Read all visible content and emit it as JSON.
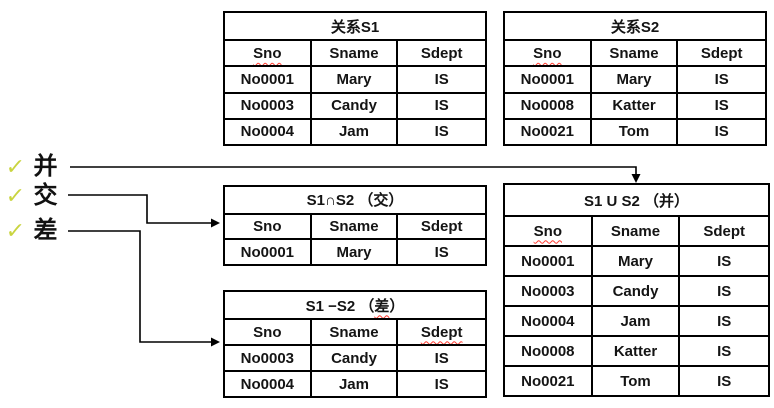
{
  "left_menu": {
    "items": [
      {
        "check": "✓",
        "label": "并"
      },
      {
        "check": "✓",
        "label": "交"
      },
      {
        "check": "✓",
        "label": "差"
      }
    ]
  },
  "colors": {
    "checkmark": "#c9d43f",
    "table_border": "#000000",
    "squiggle": "#ff3b30",
    "arrow": "#000000"
  },
  "tables": [
    {
      "id": "s1",
      "title": [
        {
          "text": "关系S1"
        }
      ],
      "headers": [
        {
          "text": "Sno",
          "squiggle": true
        },
        {
          "text": "Sname"
        },
        {
          "text": "Sdept"
        }
      ],
      "rows": [
        [
          "No0001",
          "Mary",
          "IS"
        ],
        [
          "No0003",
          "Candy",
          "IS"
        ],
        [
          "No0004",
          "Jam",
          "IS"
        ]
      ]
    },
    {
      "id": "s2",
      "title": [
        {
          "text": "关系S2"
        }
      ],
      "headers": [
        {
          "text": "Sno",
          "squiggle": true
        },
        {
          "text": "Sname"
        },
        {
          "text": "Sdept"
        }
      ],
      "rows": [
        [
          "No0001",
          "Mary",
          "IS"
        ],
        [
          "No0008",
          "Katter",
          "IS"
        ],
        [
          "No0021",
          "Tom",
          "IS"
        ]
      ]
    },
    {
      "id": "intersect",
      "title": [
        {
          "text": "S1∩S2 （交）"
        }
      ],
      "headers": [
        {
          "text": "Sno"
        },
        {
          "text": "Sname"
        },
        {
          "text": "Sdept"
        }
      ],
      "rows": [
        [
          "No0001",
          "Mary",
          "IS"
        ]
      ]
    },
    {
      "id": "diff",
      "title": [
        {
          "text": "S1 −S2 （"
        },
        {
          "text": "差",
          "squiggle": true
        },
        {
          "text": "）"
        }
      ],
      "headers": [
        {
          "text": "Sno"
        },
        {
          "text": "Sname"
        },
        {
          "text": "Sdept",
          "squiggle": true
        }
      ],
      "rows": [
        [
          "No0003",
          "Candy",
          "IS"
        ],
        [
          "No0004",
          "Jam",
          "IS"
        ]
      ]
    },
    {
      "id": "union",
      "title": [
        {
          "text": "S1 U S2 （并）"
        }
      ],
      "headers": [
        {
          "text": "Sno",
          "squiggle": true
        },
        {
          "text": "Sname"
        },
        {
          "text": "Sdept"
        }
      ],
      "rows": [
        [
          "No0001",
          "Mary",
          "IS"
        ],
        [
          "No0003",
          "Candy",
          "IS"
        ],
        [
          "No0004",
          "Jam",
          "IS"
        ],
        [
          "No0008",
          "Katter",
          "IS"
        ],
        [
          "No0021",
          "Tom",
          "IS"
        ]
      ]
    }
  ]
}
